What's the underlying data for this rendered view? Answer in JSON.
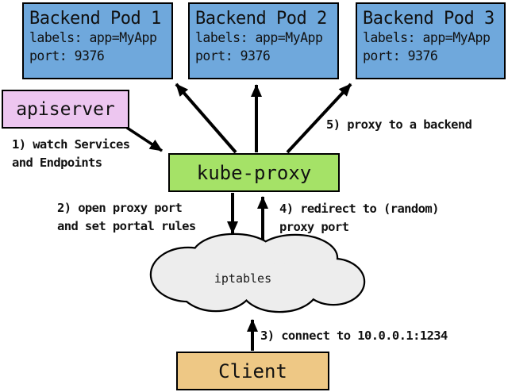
{
  "colors": {
    "pod_fill": "#6fa8dc",
    "apiserver_fill": "#edc6f0",
    "kube_proxy_fill": "#a5e267",
    "client_fill": "#eec885",
    "cloud_fill": "#ededed",
    "outline": "#000000"
  },
  "pods": [
    {
      "title": "Backend Pod 1",
      "labels_line": "labels: app=MyApp",
      "port_line": "port: 9376"
    },
    {
      "title": "Backend Pod 2",
      "labels_line": "labels: app=MyApp",
      "port_line": "port: 9376"
    },
    {
      "title": "Backend Pod 3",
      "labels_line": "labels: app=MyApp",
      "port_line": "port: 9376"
    }
  ],
  "nodes": {
    "apiserver": "apiserver",
    "kube_proxy": "kube-proxy",
    "iptables": "iptables",
    "client": "Client"
  },
  "steps": {
    "step1": {
      "lines": [
        "1) watch Services",
        "and Endpoints"
      ]
    },
    "step2": {
      "lines": [
        "2) open proxy port",
        "and set portal rules"
      ]
    },
    "step3": {
      "lines": [
        "3) connect to 10.0.0.1:1234"
      ]
    },
    "step4": {
      "lines": [
        "4) redirect to (random)",
        "proxy port"
      ]
    },
    "step5": {
      "lines": [
        "5) proxy to a backend"
      ]
    }
  }
}
